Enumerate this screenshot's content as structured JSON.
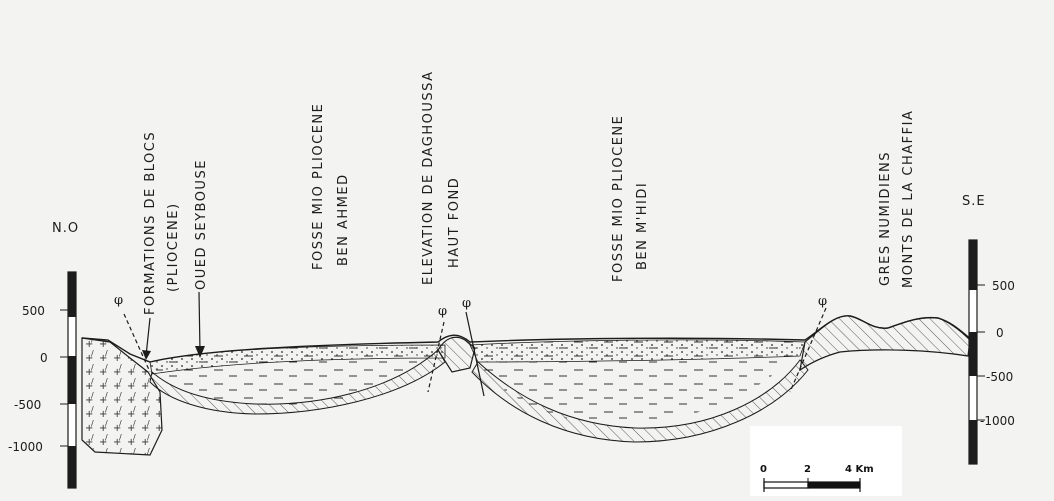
{
  "ends": {
    "left": "N.O",
    "right": "S.E"
  },
  "left_scale": [
    "500",
    "0",
    "-500",
    "-1000"
  ],
  "right_scale": [
    "500",
    "0",
    "-500",
    "-1000"
  ],
  "labels": {
    "formations_blocs": "FORMATIONS DE BLOCS",
    "pliocene": "(PLIOCENE)",
    "oued_seybouse": "OUED SEYBOUSE",
    "fosse1_line1": "FOSSE MIO PLIOCENE",
    "fosse1_line2": "BEN AHMED",
    "elevation_line1": "ELEVATION DE DAGHOUSSA",
    "elevation_line2": "HAUT FOND",
    "fosse2_line1": "FOSSE MIO PLIOCENE",
    "fosse2_line2": "BEN M'HIDI",
    "gres_line1": "GRES NUMIDIENS",
    "gres_line2": "MONTS DE LA CHAFFIA"
  },
  "scale_bar": {
    "t0": "0",
    "t1": "2",
    "t2": "4 Km"
  },
  "fault_symbol": "φ"
}
